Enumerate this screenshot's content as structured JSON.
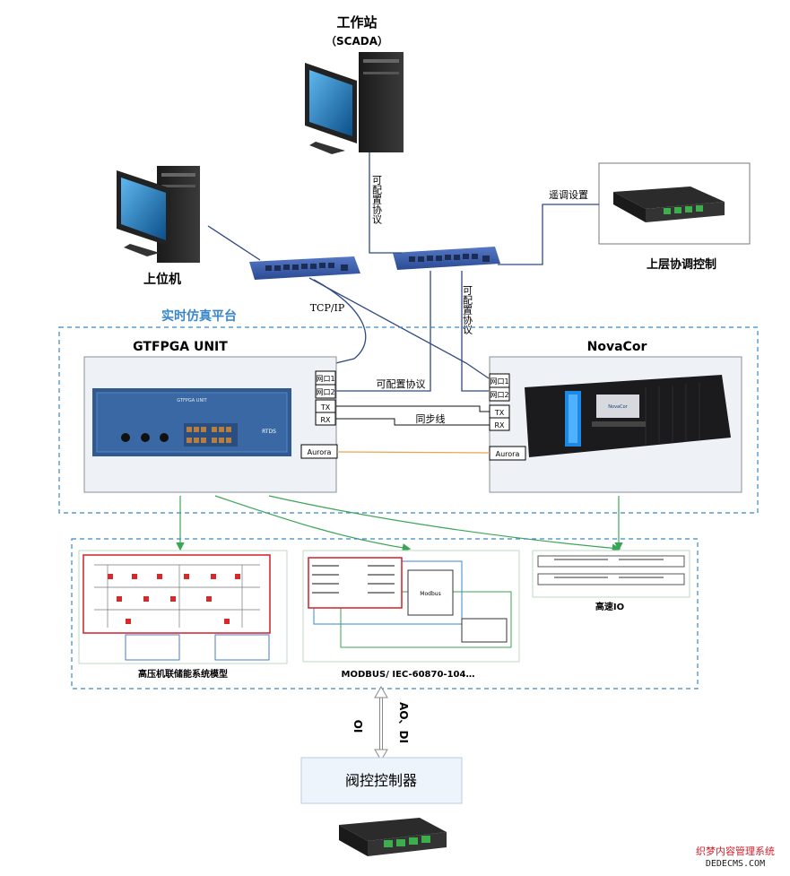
{
  "workstation": {
    "title": "工作站",
    "subtitle": "（SCADA）"
  },
  "host_pc": {
    "label": "上位机"
  },
  "upper_control": {
    "label": "上层协调控制",
    "link_label": "遥调设置"
  },
  "links": {
    "configurable_protocol_1": "可配置协议",
    "configurable_protocol_2": "可配置协议",
    "configurable_protocol_3": "可配置协议",
    "tcp_ip": "TCP/IP",
    "sync_line": "同步线"
  },
  "platform": {
    "title": "实时仿真平台"
  },
  "gtfpga": {
    "title": "GTFPGA UNIT",
    "ports": [
      "网口1",
      "网口2",
      "TX",
      "RX",
      "Aurora"
    ],
    "device_label": "GTFPGA UNIT",
    "brand": "RTDS"
  },
  "novacor": {
    "title": "NovaCor",
    "ports": [
      "网口1",
      "网口2",
      "TX",
      "RX",
      "Aurora"
    ],
    "device_brand": "NovaCor"
  },
  "models": {
    "hv_storage": "高压机联储能系统模型",
    "modbus": "MODBUS/  IEC-60870-104…",
    "highspeed_io": "高速IO",
    "modbus_inner_label": "Modbus"
  },
  "io_link": {
    "left": "IO",
    "right": "AO、DI"
  },
  "valve_controller": {
    "label": "阀控控制器"
  },
  "watermark": {
    "line1": "织梦内容管理系统",
    "line2": "DEDECMS.COM"
  },
  "colors": {
    "blue_dash": "#3a86c8",
    "green": "#3aa655",
    "orange": "#f0a050",
    "switch": "#3c5da8"
  }
}
